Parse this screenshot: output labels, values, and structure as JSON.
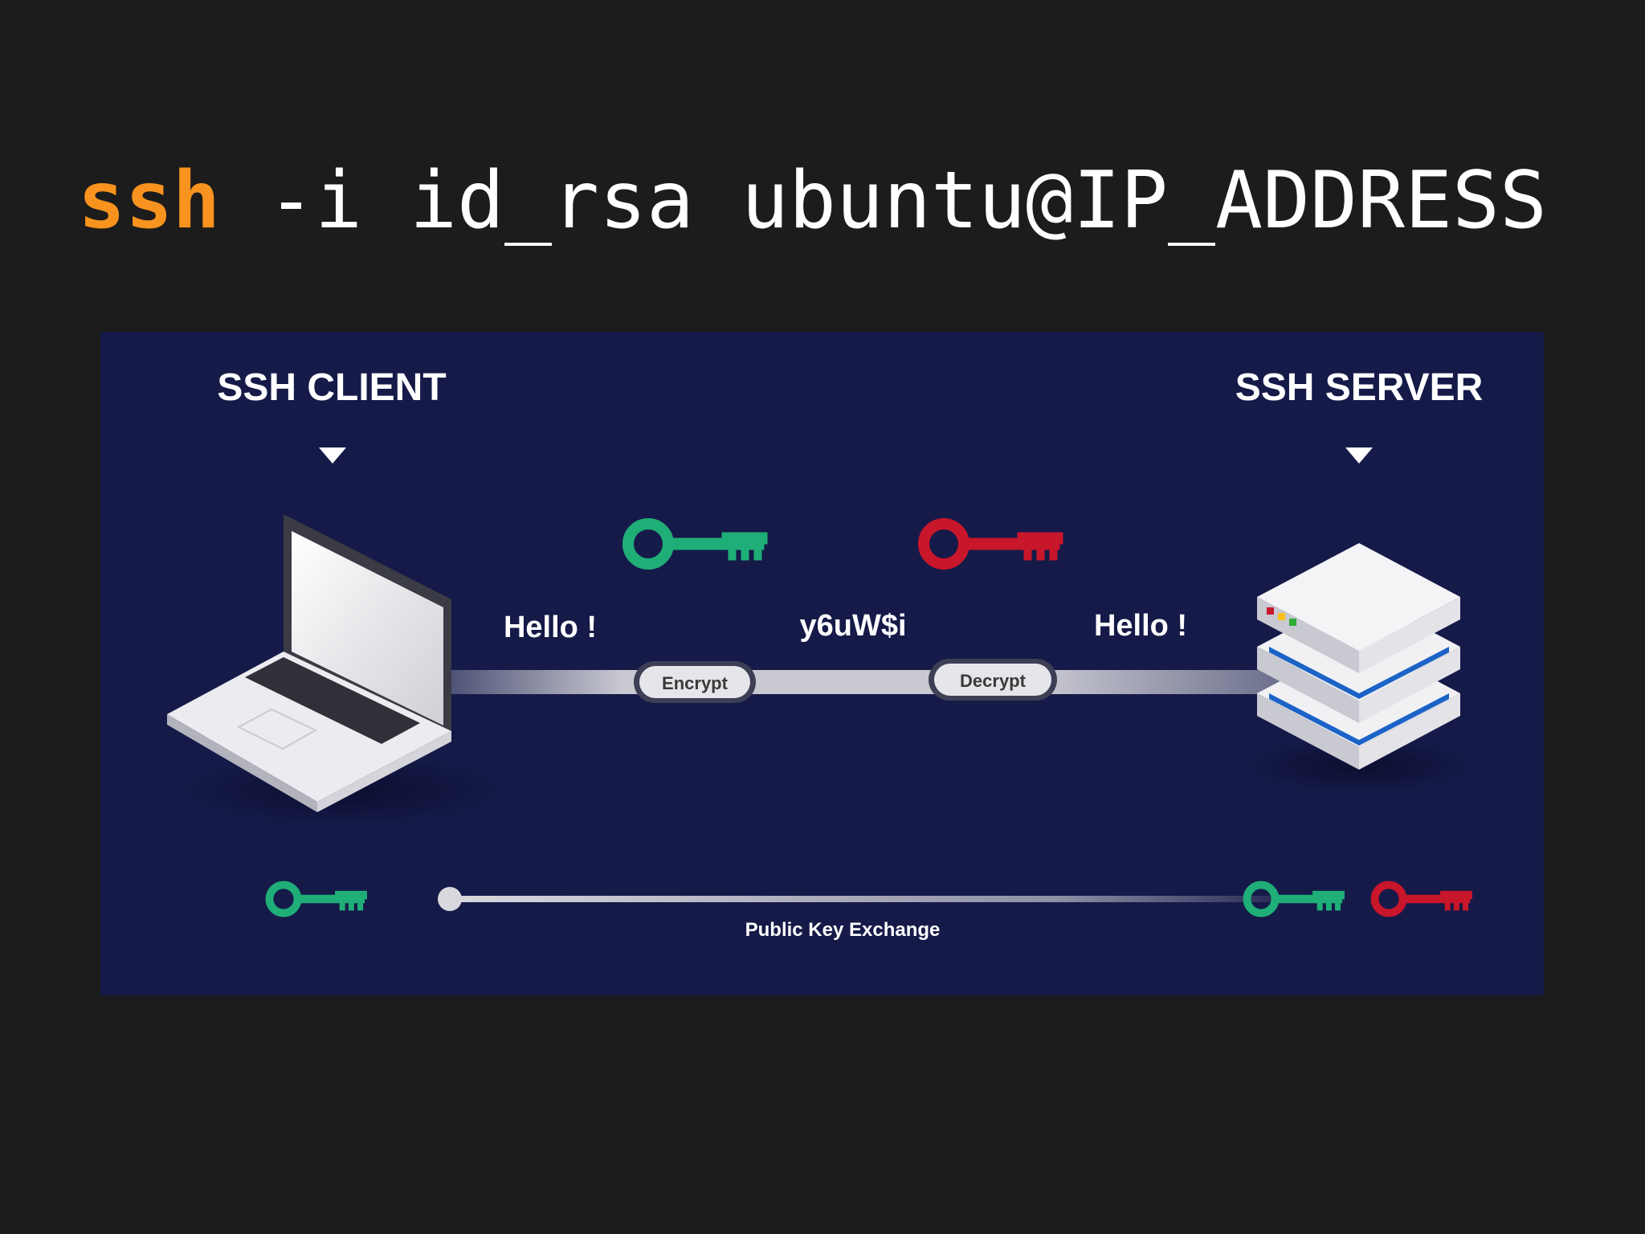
{
  "command": {
    "keyword": "ssh",
    "rest": " -i id_rsa ubuntu@IP_ADDRESS"
  },
  "diagram": {
    "client_title": "SSH CLIENT",
    "server_title": "SSH SERVER",
    "client_message": "Hello !",
    "encrypted_message": "y6uW$i",
    "server_message": "Hello !",
    "encrypt_label": "Encrypt",
    "decrypt_label": "Decrypt",
    "exchange_label": "Public Key Exchange"
  },
  "colors": {
    "background": "#1c1c1c",
    "panel": "#151a48",
    "keyword": "#f7931e",
    "public_key": "#1fae78",
    "private_key": "#c8162b",
    "server_stripe": "#1b63c6"
  },
  "icons": {
    "client": "laptop-icon",
    "server": "server-stack-icon",
    "public_key": "green-key-icon",
    "private_key": "red-key-icon"
  }
}
